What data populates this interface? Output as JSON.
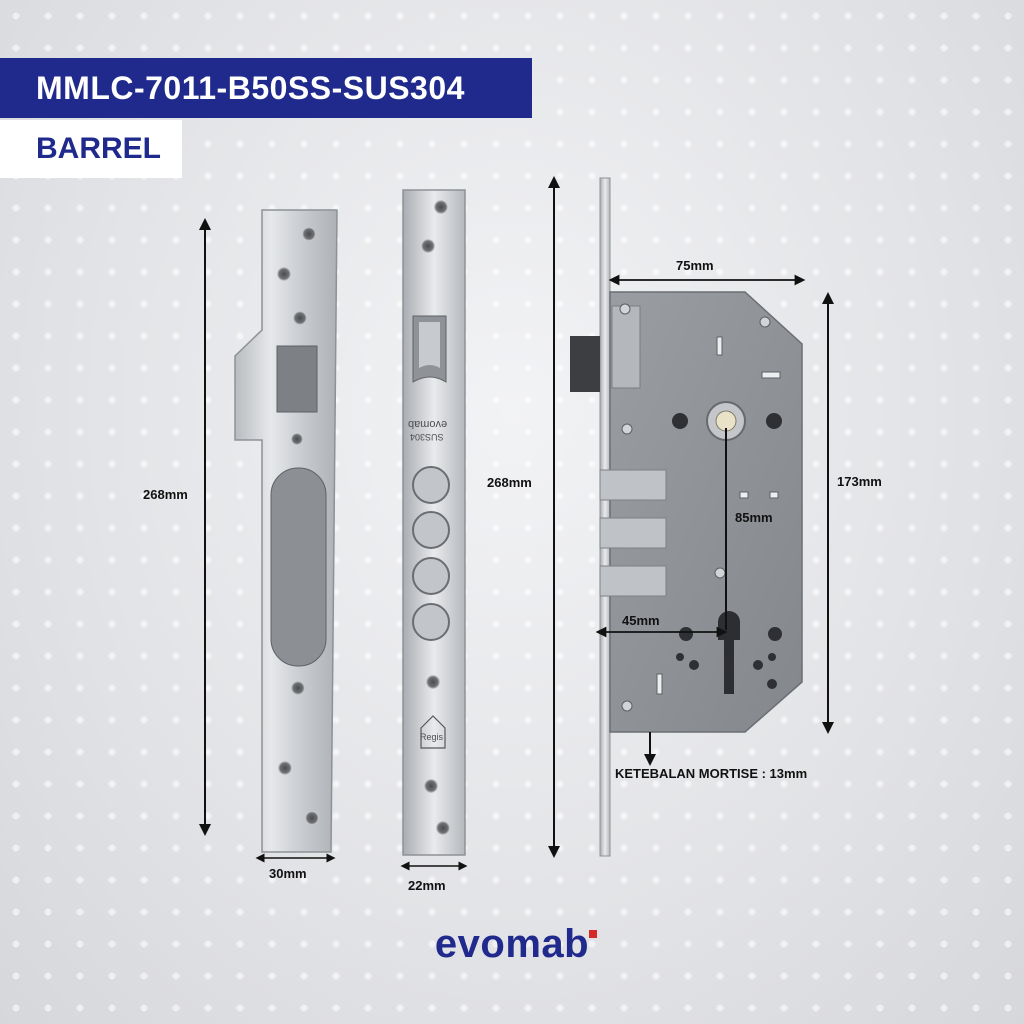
{
  "header": {
    "model": "MMLC-7011-B50SS-SUS304",
    "type": "BARREL"
  },
  "dimensions": {
    "strike_height": "268mm",
    "strike_width": "30mm",
    "faceplate_height": "268mm",
    "faceplate_width": "22mm",
    "body_width": "75mm",
    "body_height": "173mm",
    "center_distance": "85mm",
    "backset": "45mm",
    "thickness": "KETEBALAN MORTISE : 13mm"
  },
  "faceplate_engraving": {
    "brand": "evomab",
    "material": "SUS304",
    "logo_text": "Regis"
  },
  "footer": {
    "brand": "evomab"
  },
  "colors": {
    "brand_blue": "#1f2a8c",
    "brand_red": "#d62828"
  }
}
